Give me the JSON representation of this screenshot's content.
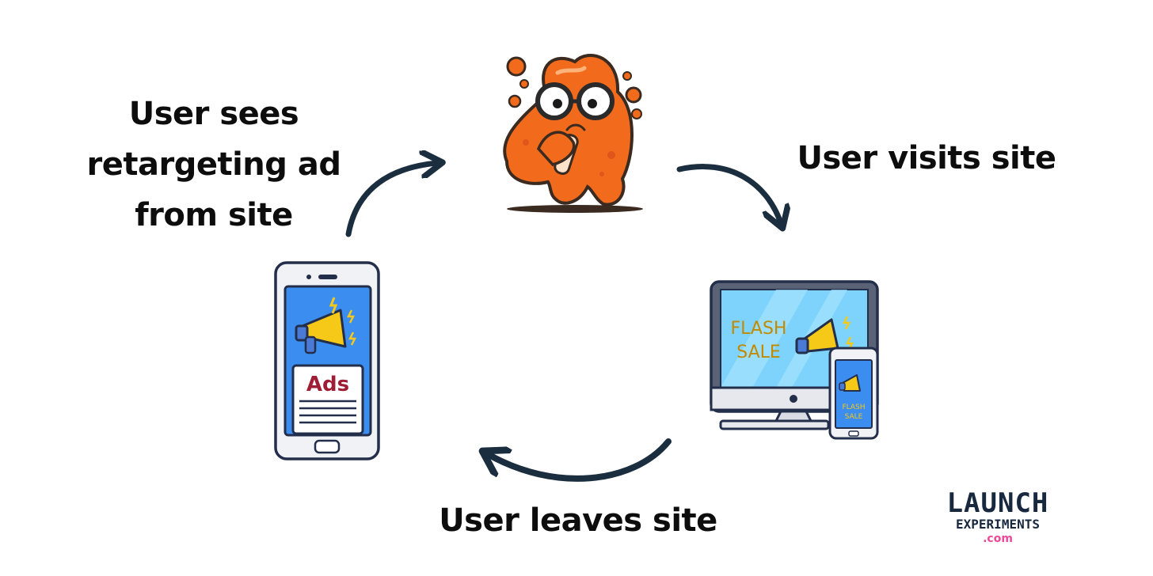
{
  "labels": {
    "sees_ad": "User sees retargeting ad from site",
    "visits": "User visits site",
    "leaves": "User leaves site"
  },
  "phone_ad": {
    "text": "Ads"
  },
  "desktop": {
    "screen_text_line1": "FLASH",
    "screen_text_line2": "SALE",
    "small_phone_line1": "FLASH",
    "small_phone_line2": "SALE"
  },
  "brand": {
    "line1": "LAUNCH",
    "line2": "EXPERIMENTS",
    "line3": ".com"
  },
  "colors": {
    "arrow": "#1b2e3f",
    "mascot": "#f26b1d",
    "screen_blue": "#3b8ef0",
    "megaphone_yellow": "#f6c817",
    "ad_red": "#9f1d35",
    "brand_navy": "#17283f",
    "brand_pink": "#ec4899"
  }
}
